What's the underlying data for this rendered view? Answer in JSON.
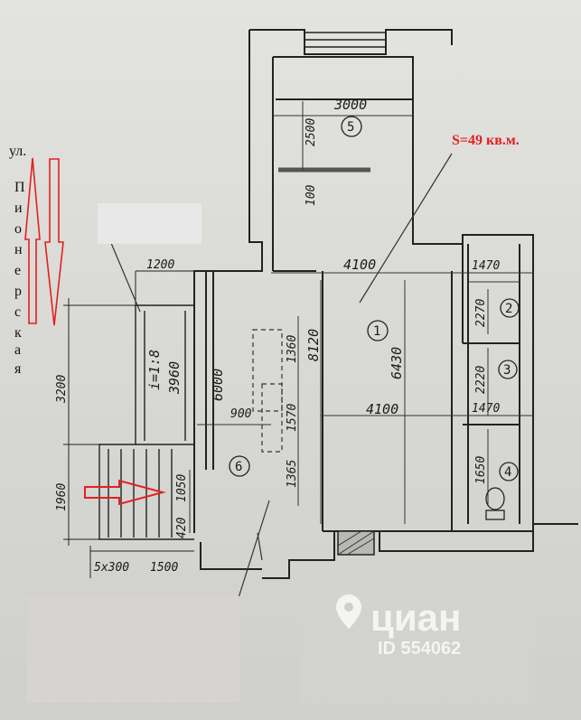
{
  "area_label": "S=49 кв.м.",
  "street": {
    "prefix": "ул.",
    "letters": [
      "П",
      "и",
      "о",
      "н",
      "е",
      "р",
      "с",
      "к",
      "а",
      "я"
    ]
  },
  "rooms": [
    "1",
    "2",
    "3",
    "4",
    "5",
    "6"
  ],
  "dimensions": {
    "d3000": "3000",
    "d2500": "2500",
    "d100": "100",
    "d4100_top": "4100",
    "d4100_mid": "4100",
    "d1470_top": "1470",
    "d1470_mid": "1470",
    "d2270": "2270",
    "d2220": "2220",
    "d1650": "1650",
    "d8120": "8120",
    "d6430": "6430",
    "d1360": "1360",
    "d1570": "1570",
    "d1365": "1365",
    "d900": "900",
    "d6000": "6000",
    "d3960": "3960",
    "slope": "i=1:8",
    "d1200": "1200",
    "d3200": "3200",
    "d1960": "1960",
    "d1050": "1050",
    "d420": "420",
    "d5x300": "5x300",
    "d1500": "1500"
  },
  "watermark": {
    "brand": "циан",
    "id": "ID 554062"
  },
  "colors": {
    "ink": "#1b1b1b",
    "arrow_red": "#e32020",
    "paper": "#dcdcd8"
  }
}
